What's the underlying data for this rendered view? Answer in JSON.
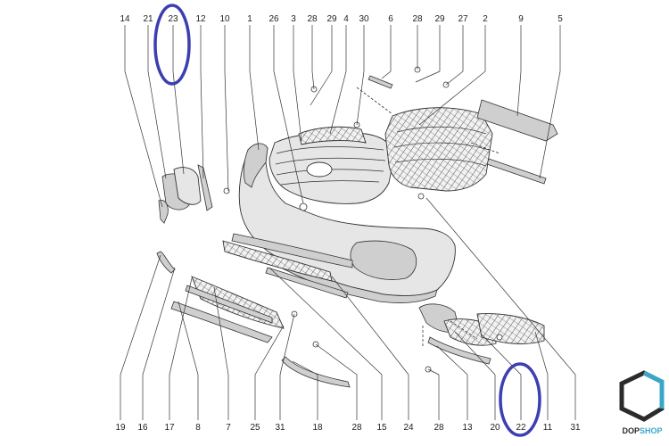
{
  "top_labels": [
    "14",
    "21",
    "23",
    "12",
    "10",
    "1",
    "26",
    "3",
    "28",
    "29",
    "4",
    "30",
    "6",
    "28",
    "29",
    "27",
    "2",
    "9",
    "5"
  ],
  "bottom_labels": [
    "19",
    "16",
    "17",
    "8",
    "7",
    "25",
    "31",
    "18",
    "28",
    "15",
    "24",
    "28",
    "13",
    "20",
    "22",
    "11",
    "31"
  ],
  "highlight_color": "#3b3fb0",
  "brand": {
    "prefix": "DOP",
    "suffix": "SHOP",
    "prefix_color": "#2b2b2b",
    "suffix_color": "#3aa7c9"
  }
}
